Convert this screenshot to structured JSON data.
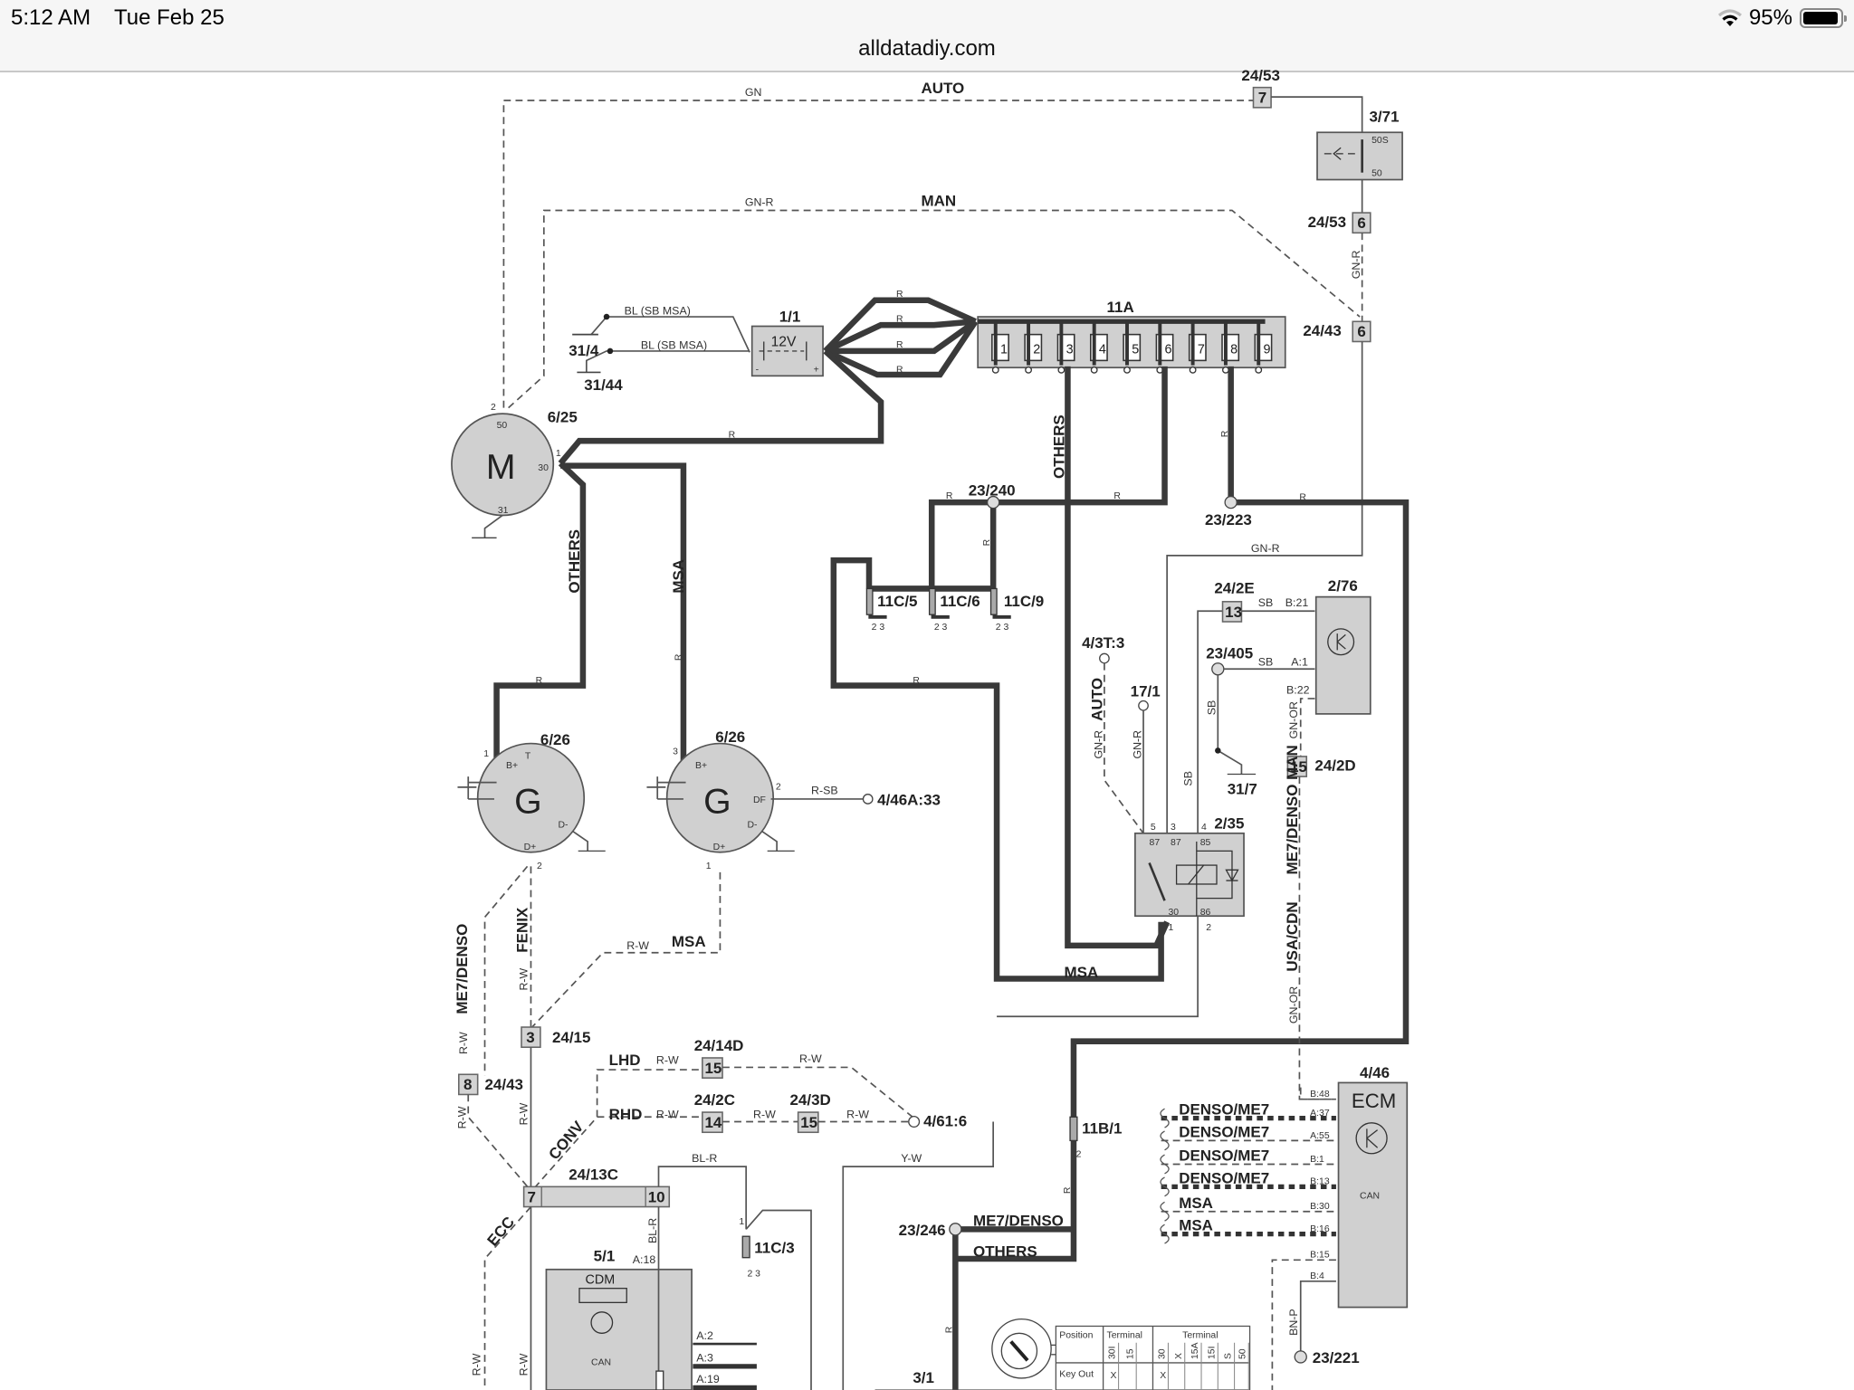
{
  "status_bar": {
    "time": "5:12 AM",
    "date": "Tue Feb 25",
    "url": "alldatadiy.com",
    "battery_percent": "95%",
    "battery_level": 0.95,
    "icons": [
      "wifi-icon",
      "battery-icon"
    ]
  },
  "diagram": {
    "wires": {
      "gn": "GN",
      "auto": "AUTO",
      "gnr": "GN-R",
      "man": "MAN",
      "bl_sb_msa": "BL (SB MSA)",
      "r": "R",
      "others": "OTHERS",
      "msa": "MSA",
      "rsb": "R-SB",
      "rw": "R-W",
      "fenix": "FENIX",
      "me7denso": "ME7/DENSO",
      "lhd": "LHD",
      "rhd": "RHD",
      "conv": "CONV",
      "ecc": "ECC",
      "blr": "BL-R",
      "yw": "Y-W",
      "sb": "SB",
      "gnor": "GN-OR",
      "usacdn": "USA/CDN",
      "me7denso_man": "ME7/DENSO MAN",
      "densome7": "DENSO/ME7",
      "bnp": "BN-P",
      "others_h": "OTHERS"
    },
    "components": {
      "c2453_top": "24/53",
      "c2453_top_pin": "7",
      "c371": "3/71",
      "c371_50s": "50S",
      "c371_50": "50",
      "c2453_mid": "24/53",
      "c2453_mid_pin": "6",
      "c2443_right": "24/43",
      "c2443_right_pin": "6",
      "c11": "1/1",
      "c11_v": "12V",
      "c11_minus": "-",
      "c11_plus": "+",
      "c314": "31/4",
      "c3144": "31/44",
      "c11a": "11A",
      "fuses_11a": [
        "1",
        "2",
        "3",
        "4",
        "5",
        "6",
        "7",
        "8",
        "9"
      ],
      "c625": "6/25",
      "m": "M",
      "m_50": "50",
      "m_30": "30",
      "m_31": "31",
      "m_pin1": "1",
      "m_pin2": "2",
      "c23240": "23/240",
      "c23223": "23/223",
      "c11c5": "11C/5",
      "c11c6": "11C/6",
      "c11c9": "11C/9",
      "fuse_pin1": "1",
      "fuse_pin23": "2  3",
      "c626a": "6/26",
      "c626b": "6/26",
      "g": "G",
      "g_bplus": "B+",
      "g_t": "T",
      "g_dplus": "D+",
      "g_dminus": "D-",
      "g_df": "DF",
      "g1_pin1": "1",
      "g1_pin2": "2",
      "g2_pin3": "3",
      "g2_pin1": "1",
      "g2_pin2": "2",
      "c446a33": "4/46A:33",
      "c43t3": "4/3T:3",
      "c171": "17/1",
      "c242e": "24/2E",
      "c242e_pin": "13",
      "c276": "2/76",
      "b21": "B:21",
      "a1": "A:1",
      "b22": "B:22",
      "c23405": "23/405",
      "c317": "31/7",
      "c242d": "24/2D",
      "c242d_pin": "15",
      "c235": "2/35",
      "r87a": "87",
      "r87b": "87",
      "r85": "85",
      "r30": "30",
      "r86": "86",
      "r_p5": "5",
      "r_p3": "3",
      "r_p4": "4",
      "r_p1": "1",
      "r_p2": "2",
      "c2415": "24/15",
      "c2415_pin": "3",
      "c2443_left": "24/43",
      "c2443_left_pin": "8",
      "c2414d": "24/14D",
      "c2414d_pin": "15",
      "c242c": "24/2C",
      "c242c_pin": "14",
      "c243d": "24/3D",
      "c243d_pin": "15",
      "c4616": "4/61:6",
      "c2413c": "24/13C",
      "c2413c_pin7": "7",
      "c2413c_pin10": "10",
      "c11c3": "11C/3",
      "c51": "5/1",
      "cdm": "CDM",
      "a18": "A:18",
      "a2": "A:2",
      "a3": "A:3",
      "a19": "A:19",
      "can": "CAN",
      "c11b1": "11B/1",
      "c11b1_pin": "2",
      "c23246": "23/246",
      "c31": "3/1",
      "c446": "4/46",
      "ecm": "ECM",
      "ecm_pins": [
        "B:48",
        "A:37",
        "A:55",
        "B:1",
        "B:13",
        "B:30",
        "B:16",
        "B:15",
        "B:4"
      ],
      "c23221": "23/221"
    },
    "ecm_inputs": [
      "DENSO/ME7",
      "DENSO/ME7",
      "DENSO/ME7",
      "DENSO/ME7",
      "MSA",
      "MSA"
    ],
    "ignition_table": {
      "headers": [
        "Position",
        "Terminal",
        "Terminal"
      ],
      "terminal_group1": [
        "30I",
        "15"
      ],
      "terminal_group2": [
        "30",
        "X",
        "15A",
        "15I",
        "S",
        "50"
      ],
      "rows": [
        {
          "position": "Key Out",
          "marks": [
            "X",
            "",
            "X",
            "",
            "",
            "",
            "",
            ""
          ]
        }
      ]
    }
  }
}
